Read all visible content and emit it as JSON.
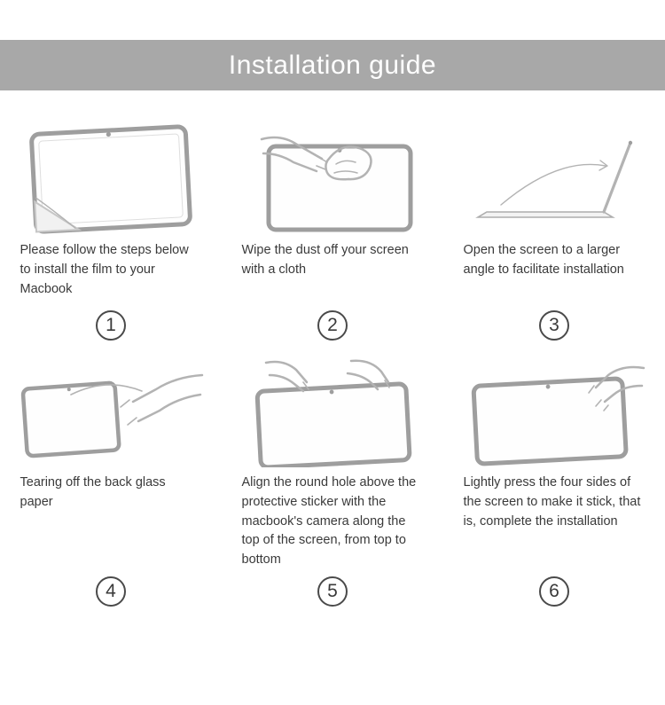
{
  "banner": {
    "title": "Installation guide",
    "bg": "#a8a8a8"
  },
  "steps": [
    {
      "num": "1",
      "icon": "film-peel-icon",
      "caption": "Please follow the steps below to install the film to your Macbook"
    },
    {
      "num": "2",
      "icon": "wipe-cloth-icon",
      "caption": "Wipe the dust off your screen with a cloth"
    },
    {
      "num": "3",
      "icon": "open-laptop-icon",
      "caption": "Open the screen to a larger angle to facilitate installation"
    },
    {
      "num": "4",
      "icon": "tear-paper-icon",
      "caption": "Tearing off the back glass paper"
    },
    {
      "num": "5",
      "icon": "align-camera-icon",
      "caption": "Align the round hole above the protective sticker with the macbook's camera along the top of the screen, from top to bottom"
    },
    {
      "num": "6",
      "icon": "press-sides-icon",
      "caption": "Lightly press the four sides of the screen to make it stick, that is, complete the installation"
    }
  ]
}
